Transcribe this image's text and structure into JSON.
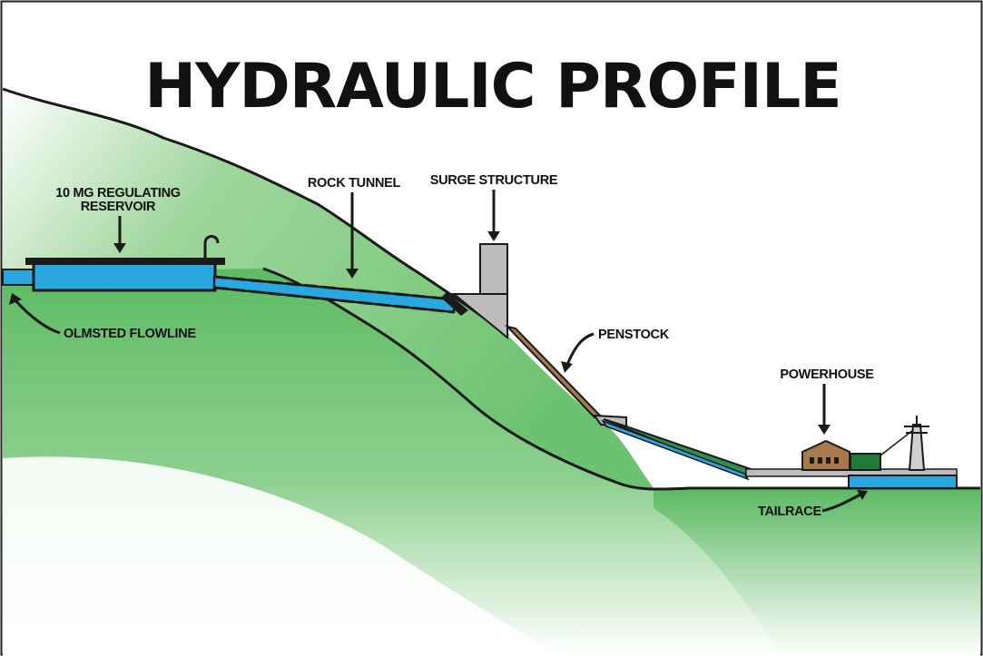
{
  "title": "HYDRAULIC PROFILE",
  "labels": {
    "reservoir_line1": "10 MG REGULATING",
    "reservoir_line2": "RESERVOIR",
    "rock_tunnel": "ROCK TUNNEL",
    "surge_structure": "SURGE STRUCTURE",
    "olmsted_flowline": "OLMSTED FLOWLINE",
    "penstock": "PENSTOCK",
    "powerhouse": "POWERHOUSE",
    "tailrace": "TAILRACE"
  },
  "colors": {
    "water": "#29a8e0",
    "hill_green": "#5dbb63",
    "penstock_brown": "#a87a4b",
    "structure_gray": "#bdbdbd",
    "powerhouse_brown": "#a87a4b",
    "transformer_green": "#1f7a3a",
    "outline": "#1a1a1a"
  }
}
